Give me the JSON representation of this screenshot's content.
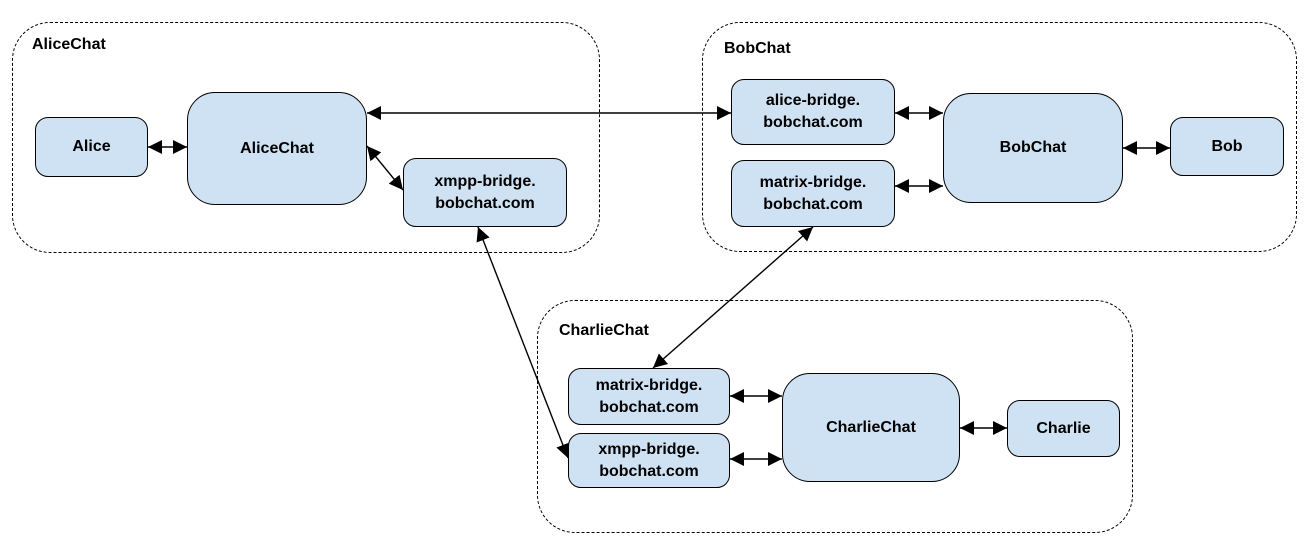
{
  "diagram": {
    "colors": {
      "node_fill": "#cfe2f3",
      "node_border": "#000000",
      "line_color": "#000000",
      "background": "#ffffff"
    },
    "groups": [
      {
        "id": "alicechat-group",
        "label": "AliceChat"
      },
      {
        "id": "bobchat-group",
        "label": "BobChat"
      },
      {
        "id": "charliechat-group",
        "label": "CharlieChat"
      }
    ],
    "nodes": [
      {
        "id": "alice",
        "group": "alicechat-group",
        "label": "Alice"
      },
      {
        "id": "alicechat-server",
        "group": "alicechat-group",
        "label": "AliceChat"
      },
      {
        "id": "xmpp-bridge-alice",
        "group": "alicechat-group",
        "label": "xmpp-bridge.\nbobchat.com"
      },
      {
        "id": "alice-bridge-bob",
        "group": "bobchat-group",
        "label": "alice-bridge.\nbobchat.com"
      },
      {
        "id": "matrix-bridge-bob",
        "group": "bobchat-group",
        "label": "matrix-bridge.\nbobchat.com"
      },
      {
        "id": "bobchat-server",
        "group": "bobchat-group",
        "label": "BobChat"
      },
      {
        "id": "bob",
        "group": "bobchat-group",
        "label": "Bob"
      },
      {
        "id": "matrix-bridge-charlie",
        "group": "charliechat-group",
        "label": "matrix-bridge.\nbobchat.com"
      },
      {
        "id": "xmpp-bridge-charlie",
        "group": "charliechat-group",
        "label": "xmpp-bridge.\nbobchat.com"
      },
      {
        "id": "charliechat-server",
        "group": "charliechat-group",
        "label": "CharlieChat"
      },
      {
        "id": "charlie",
        "group": "charliechat-group",
        "label": "Charlie"
      }
    ],
    "edges": [
      {
        "from": "alice",
        "to": "alicechat-server",
        "arrows": "both"
      },
      {
        "from": "alicechat-server",
        "to": "alice-bridge-bob",
        "arrows": "both"
      },
      {
        "from": "alicechat-server",
        "to": "xmpp-bridge-alice",
        "arrows": "both"
      },
      {
        "from": "alice-bridge-bob",
        "to": "bobchat-server",
        "arrows": "both"
      },
      {
        "from": "matrix-bridge-bob",
        "to": "bobchat-server",
        "arrows": "both"
      },
      {
        "from": "bobchat-server",
        "to": "bob",
        "arrows": "both"
      },
      {
        "from": "matrix-bridge-bob",
        "to": "matrix-bridge-charlie",
        "arrows": "both"
      },
      {
        "from": "xmpp-bridge-alice",
        "to": "xmpp-bridge-charlie",
        "arrows": "both"
      },
      {
        "from": "matrix-bridge-charlie",
        "to": "charliechat-server",
        "arrows": "both"
      },
      {
        "from": "xmpp-bridge-charlie",
        "to": "charliechat-server",
        "arrows": "both"
      },
      {
        "from": "charliechat-server",
        "to": "charlie",
        "arrows": "both"
      }
    ]
  }
}
